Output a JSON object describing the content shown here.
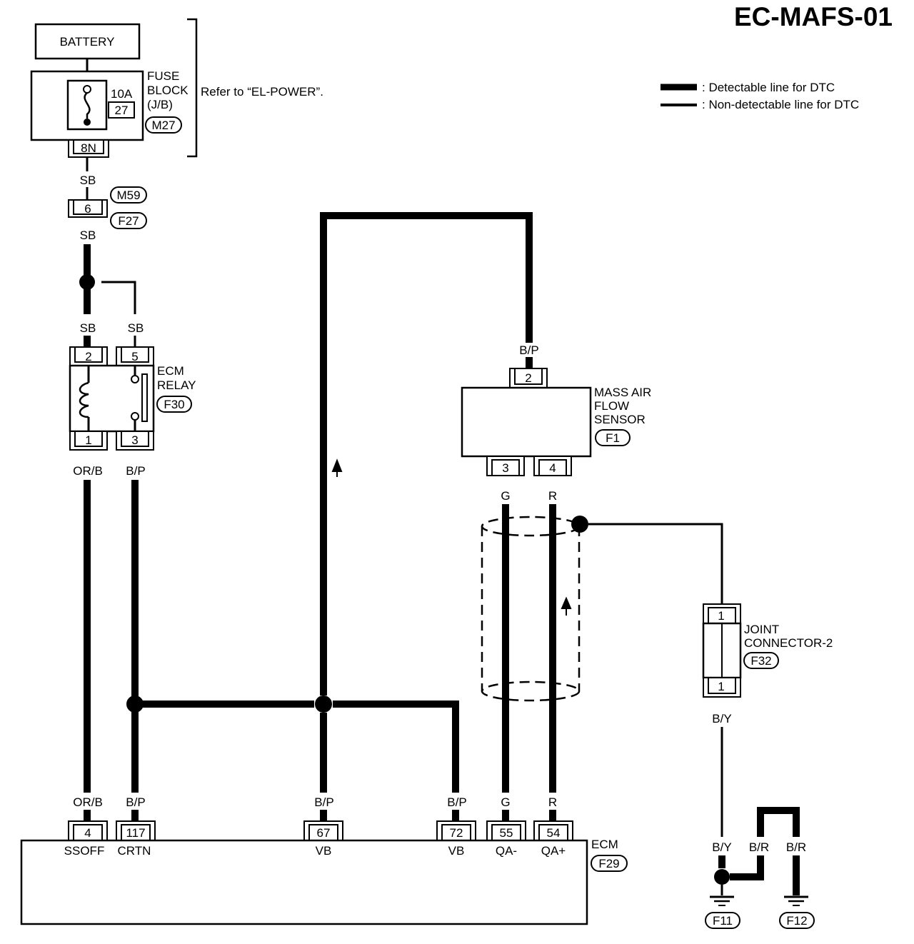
{
  "title": "EC-MAFS-01",
  "legend": {
    "detectable": ": Detectable line for DTC",
    "non_detectable": ": Non-detectable line for DTC"
  },
  "battery": {
    "label": "BATTERY"
  },
  "fuse_block": {
    "label": [
      "FUSE",
      "BLOCK",
      "(J/B)"
    ],
    "connector": "M27",
    "fuse_rating": "10A",
    "fuse_number": "27",
    "terminal": "8N",
    "reference": "Refer to “EL-POWER”."
  },
  "harness_connector": {
    "upper": "M59",
    "lower": "F27",
    "pin": "6"
  },
  "ecm_relay": {
    "label": [
      "ECM",
      "RELAY"
    ],
    "connector": "F30",
    "pins": {
      "top_left": "2",
      "top_right": "5",
      "bottom_left": "1",
      "bottom_right": "3"
    }
  },
  "maf_sensor": {
    "label": [
      "MASS AIR",
      "FLOW",
      "SENSOR"
    ],
    "connector": "F1",
    "pins": {
      "top": "2",
      "bottom_left": "3",
      "bottom_right": "4"
    }
  },
  "joint_connector": {
    "label": [
      "JOINT",
      "CONNECTOR-2"
    ],
    "connector": "F32",
    "pins": {
      "top": "1",
      "bottom": "1"
    }
  },
  "ecm": {
    "label": "ECM",
    "connector": "F29",
    "terminals": [
      {
        "pin": "4",
        "name": "SSOFF",
        "wire": "OR/B"
      },
      {
        "pin": "117",
        "name": "CRTN",
        "wire": "B/P"
      },
      {
        "pin": "67",
        "name": "VB",
        "wire": "B/P"
      },
      {
        "pin": "72",
        "name": "VB",
        "wire": "B/P"
      },
      {
        "pin": "55",
        "name": "QA-",
        "wire": "G"
      },
      {
        "pin": "54",
        "name": "QA+",
        "wire": "R"
      }
    ]
  },
  "wires": {
    "sb": "SB",
    "orb": "OR/B",
    "bp": "B/P",
    "g": "G",
    "r": "R",
    "by": "B/Y",
    "br": "B/R"
  },
  "grounds": {
    "left": "F11",
    "right": "F12"
  }
}
